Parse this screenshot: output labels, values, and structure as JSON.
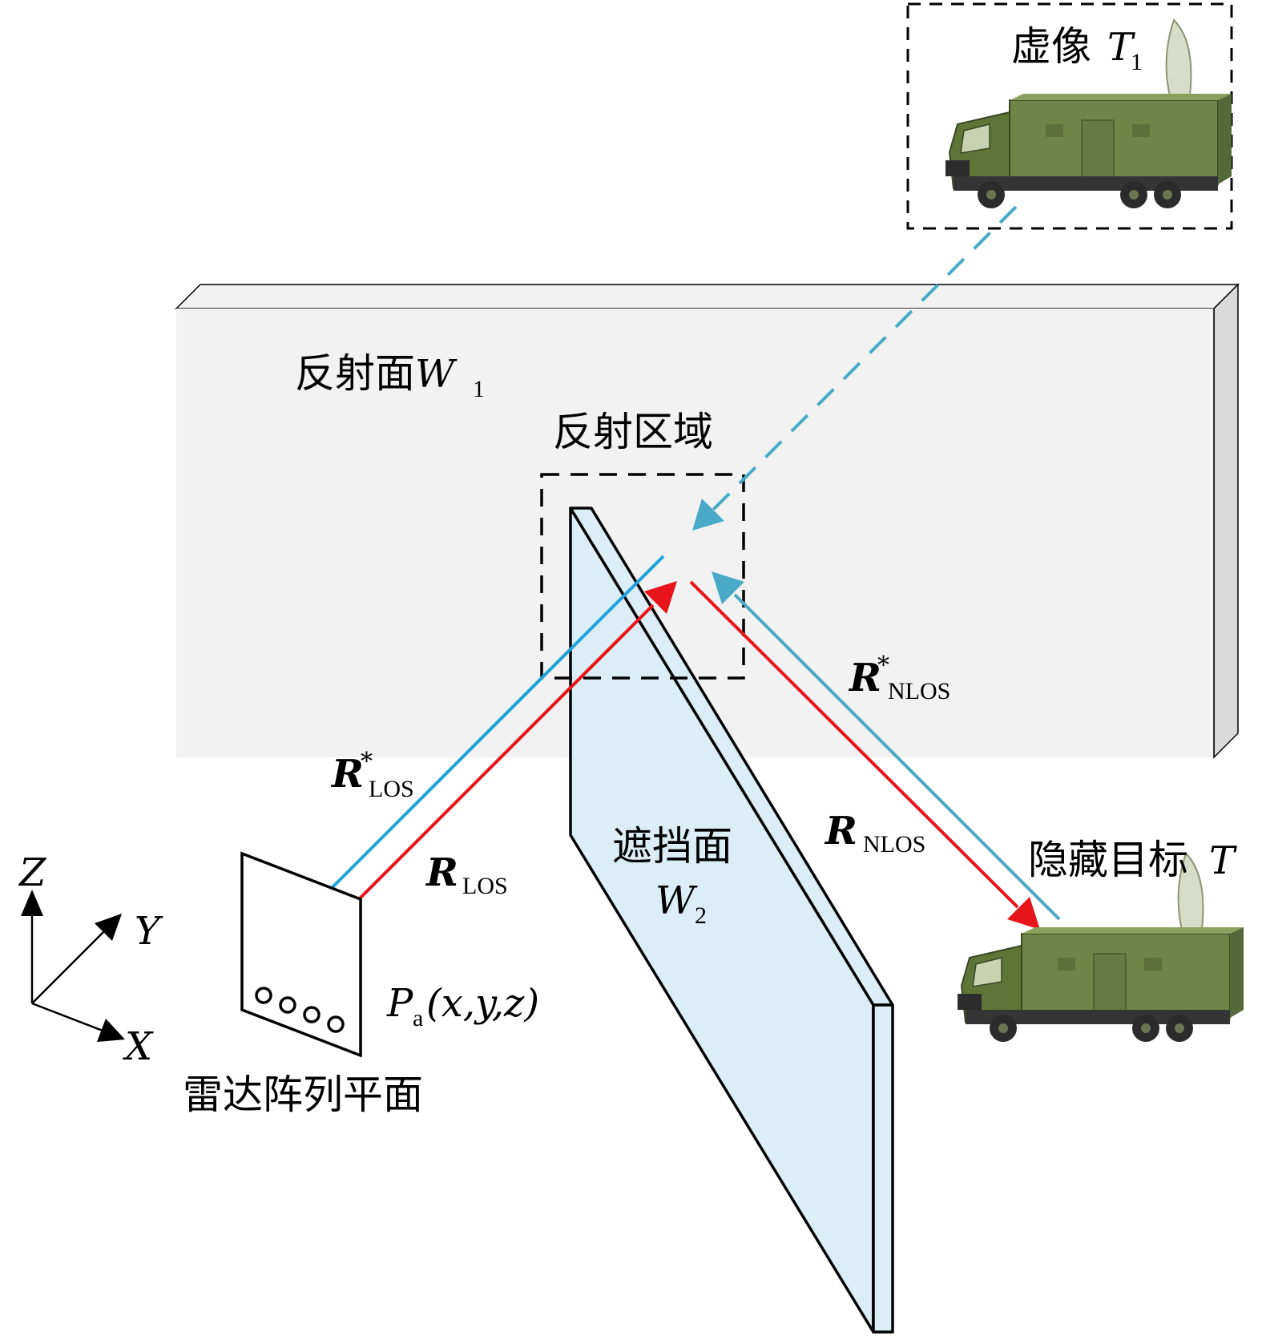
{
  "labels": {
    "virtual_image": "虚像",
    "virtual_image_sym": "T",
    "virtual_image_sub": "1",
    "reflect_surface": "反射面",
    "reflect_surface_sym": "W",
    "reflect_surface_sub": "1",
    "reflect_region": "反射区域",
    "block_surface": "遮挡面",
    "block_surface_sym": "W",
    "block_surface_sub": "2",
    "hidden_target": "隐藏目标",
    "hidden_target_sym": "T",
    "radar_plane": "雷达阵列平面",
    "pa_sym": "P",
    "pa_sub": "a",
    "pa_args": "(x,y,z)",
    "r_sym": "R",
    "star": "*",
    "los": "LOS",
    "nlos": "NLOS",
    "axis_x": "X",
    "axis_y": "Y",
    "axis_z": "Z"
  },
  "colors": {
    "red_ray": "#e8141b",
    "blue_ray": "#1ea3dc",
    "teal_ray": "#49a9c6",
    "wall": "#f2f2f2",
    "wall_side": "#d9d9d9",
    "block_fill": "#dbeef5",
    "truck_body": "#6f8447",
    "truck_dark": "#4f6030",
    "wheel": "#2b2b2b"
  },
  "icons": [
    "truck-icon",
    "radar-dish-icon",
    "antenna-element-icon"
  ]
}
